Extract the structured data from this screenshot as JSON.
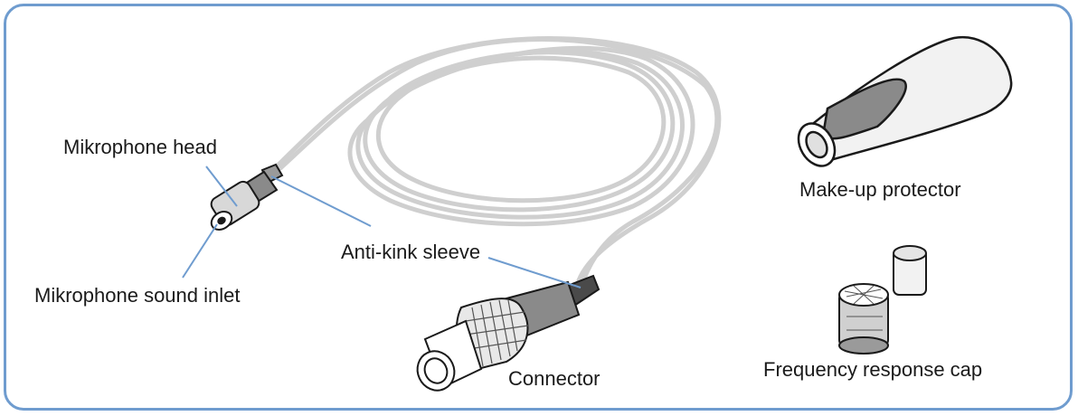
{
  "labels": {
    "mic_head": "Mikrophone head",
    "sound_inlet": "Mikrophone sound inlet",
    "anti_kink": "Anti-kink sleeve",
    "connector": "Connector",
    "makeup": "Make-up protector",
    "freq_cap": "Frequency response cap"
  },
  "colors": {
    "border": "#6f9ccf",
    "leader": "#6f9ccf",
    "cable": "#c9c9c9",
    "outline": "#1a1a1a",
    "dark_grey": "#6e6e6e",
    "mid_grey": "#9a9a9a"
  }
}
